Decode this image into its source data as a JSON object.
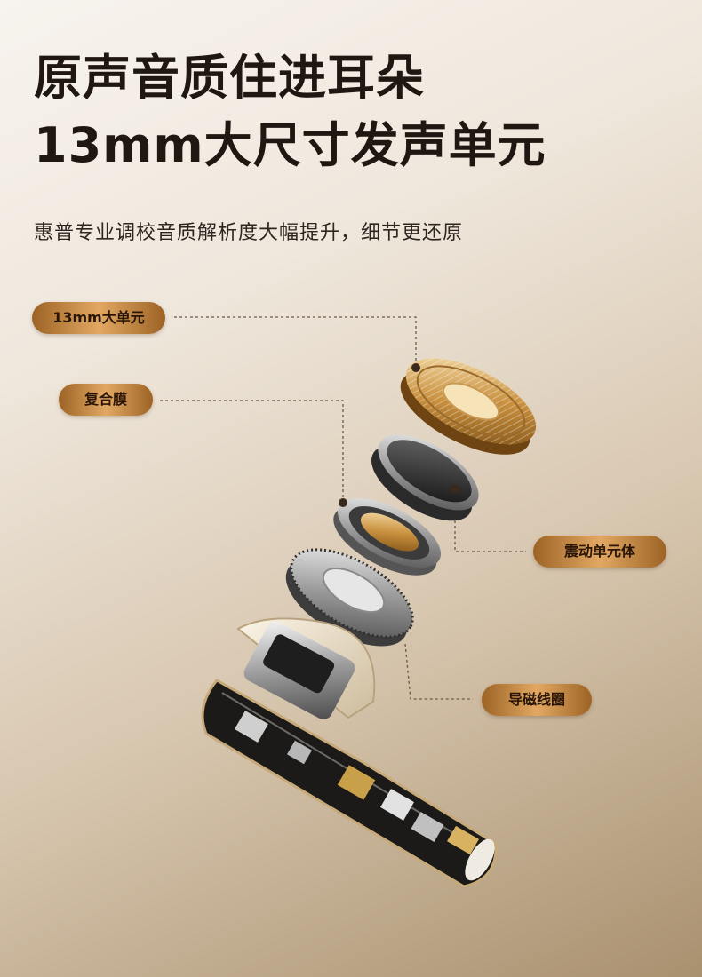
{
  "headline_line1": "原声音质住进耳朵",
  "headline_line2": "13mm大尺寸发声单元",
  "subtitle": "惠普专业调校音质解析度大幅提升，细节更还原",
  "labels": {
    "driver": "13mm大单元",
    "diaphragm": "复合膜",
    "vibration_unit": "震动单元体",
    "magnetic_coil": "导磁线圈"
  },
  "colors": {
    "pill_gold": "#d69b55",
    "title_dark": "#211712",
    "bg_light": "#f7f3ee",
    "bg_dark": "#a9916f"
  }
}
